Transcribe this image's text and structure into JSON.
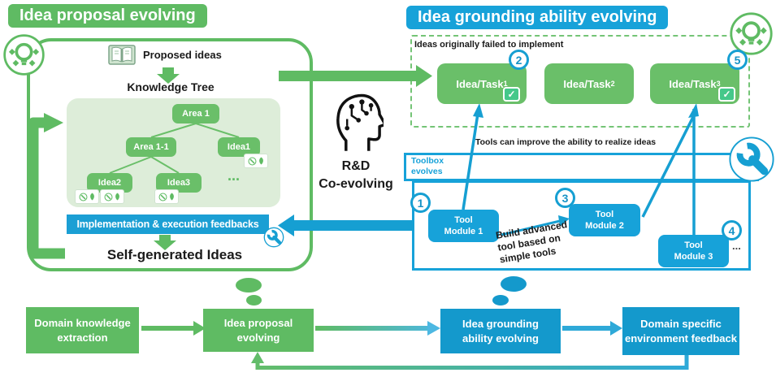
{
  "left_panel": {
    "header": "Idea proposal evolving",
    "proposed_ideas_label": "Proposed ideas",
    "knowledge_tree_label": "Knowledge Tree",
    "tree": {
      "root": "Area 1",
      "area11": "Area 1-1",
      "idea1": "Idea1",
      "idea2": "Idea2",
      "idea3": "Idea3",
      "ellipsis": "..."
    },
    "feedback_banner": "Implementation & execution feedbacks",
    "self_generated_label": "Self-generated Ideas"
  },
  "center": {
    "line1": "R&D",
    "line2": "Co-evolving"
  },
  "right_panel": {
    "header": "Idea grounding ability evolving",
    "failed_box_label": "Ideas originally failed to implement",
    "check_glyph": "✓",
    "tasks": [
      {
        "label": "Idea/Task",
        "sub": "1"
      },
      {
        "label": "Idea/Task",
        "sub": "2"
      },
      {
        "label": "Idea/Task",
        "sub": "3"
      }
    ],
    "tools_note": "Tools can improve the ability to realize ideas",
    "toolbox_label": "Toolbox evolves",
    "modules": [
      {
        "label": "Tool Module 1"
      },
      {
        "label": "Tool Module 2"
      },
      {
        "label": "Tool Module 3"
      }
    ],
    "build_note": "Build advanced tool based on simple tools",
    "module_ellipsis": "..."
  },
  "steps": {
    "n1": "1",
    "n2": "2",
    "n3": "3",
    "n4": "4",
    "n5": "5"
  },
  "bottom_flow": {
    "box1": "Domain knowledge extraction",
    "box2": "Idea proposal evolving",
    "box3": "Idea grounding ability evolving",
    "box4": "Domain specific environment feedback"
  },
  "colors": {
    "green": "#5fbb63",
    "node_green": "#6abf69",
    "light_green_panel": "#ddedd9",
    "dashed_green": "#74c476",
    "blue": "#17a2d9",
    "deep_blue_box": "#1499cc",
    "check_green": "#45c88a"
  },
  "icons": {
    "lightbulb-icon": "bulb in circle (green)",
    "book-icon": "open book",
    "head-circuit-icon": "human head profile with circuit brain",
    "wrench-icon": "wrench in circle (blue)",
    "mini-wrench-icon": "small wrench in circle (green)",
    "leaf-icon": "leaf (green)",
    "check-icon": "✓"
  }
}
